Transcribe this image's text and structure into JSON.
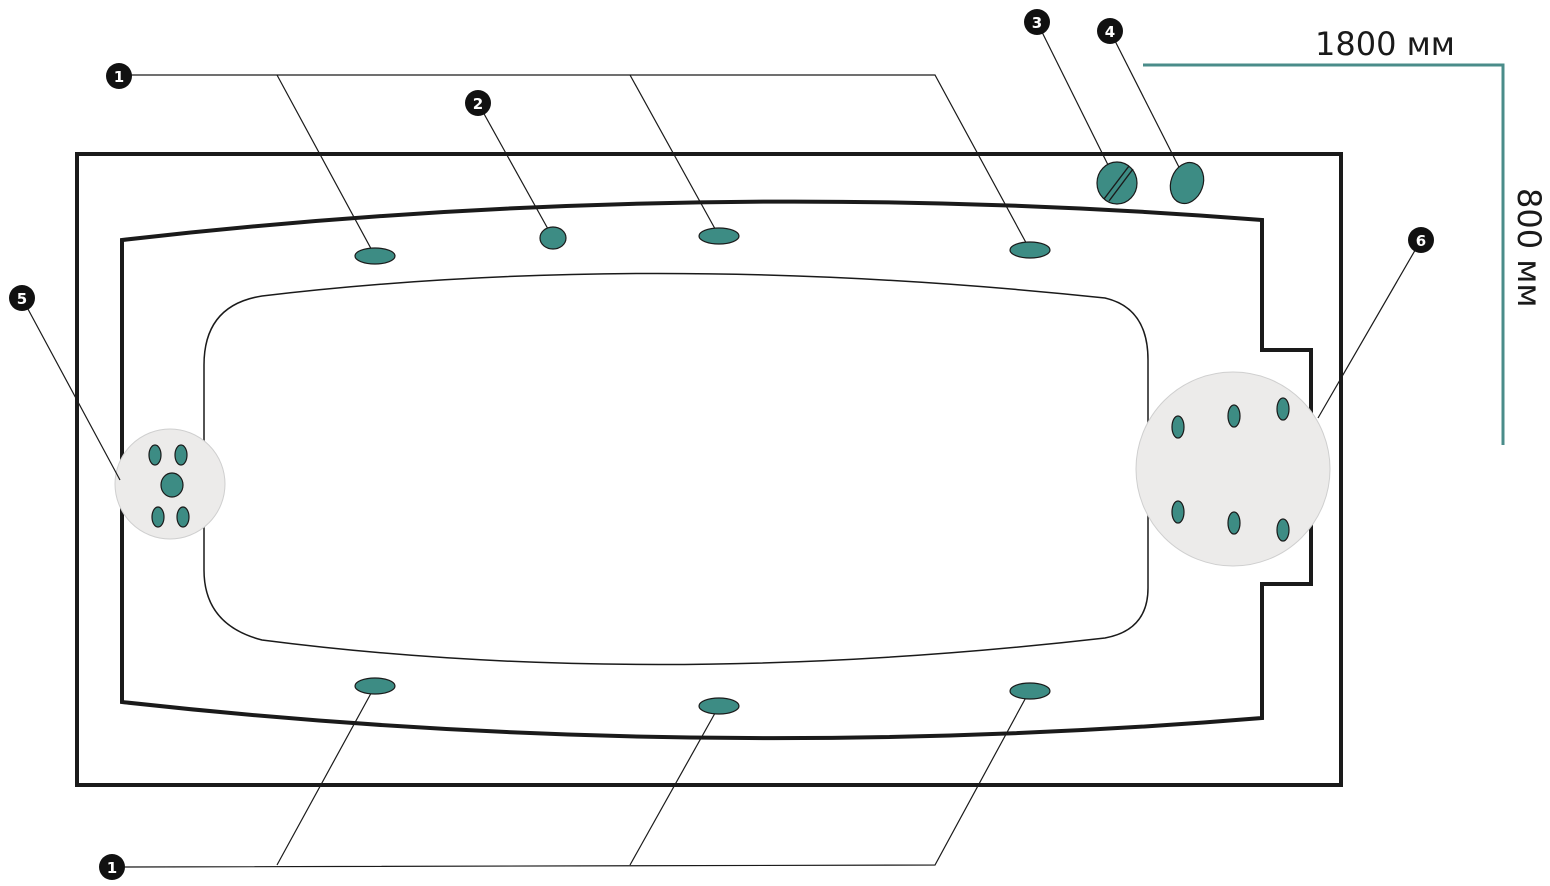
{
  "dimensions": {
    "length_label": "1800 мм",
    "width_label": "800 мм"
  },
  "callouts": {
    "c1_top": "1",
    "c2": "2",
    "c3": "3",
    "c4": "4",
    "c5": "5",
    "c6": "6",
    "c1_bottom": "1"
  },
  "colors": {
    "jet": "#3d8c84",
    "zone": "#ecebea",
    "dimension_line": "#4a8c8a",
    "outline": "#1a1a1a"
  },
  "icons": {
    "jet": "hydromassage-jet-icon",
    "control": "control-knob-icon"
  }
}
